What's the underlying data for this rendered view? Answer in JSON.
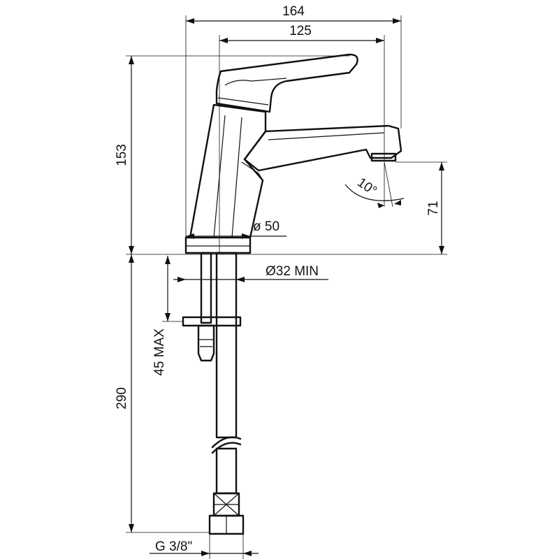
{
  "dimensions": {
    "overall_width": "164",
    "spout_reach": "125",
    "total_height": "153",
    "spout_height": "71",
    "base_diameter": "ø 50",
    "hole_diameter": "Ø32 MIN",
    "max_thickness": "45 MAX",
    "hose_length": "290",
    "thread_size": "G 3/8\"",
    "angle": "10°"
  },
  "colors": {
    "line": "#111111",
    "background": "#ffffff"
  }
}
